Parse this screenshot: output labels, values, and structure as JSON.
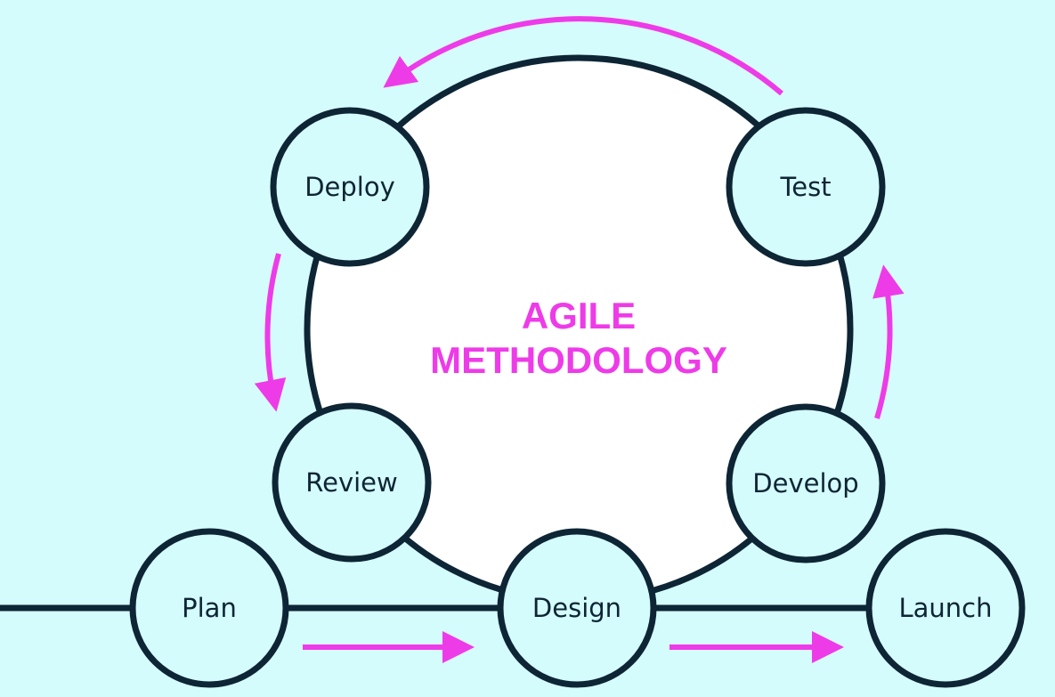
{
  "title": {
    "line1": "AGILE",
    "line2": "METHODOLOGY"
  },
  "nodes": {
    "plan": "Plan",
    "design": "Design",
    "launch": "Launch",
    "review": "Review",
    "deploy": "Deploy",
    "test": "Test",
    "develop": "Develop"
  },
  "colors": {
    "background": "#d5fcfc",
    "stroke": "#0d2535",
    "accent": "#ee3be8",
    "node_fill": "#d5fcfc",
    "cycle_fill": "#ffffff"
  }
}
